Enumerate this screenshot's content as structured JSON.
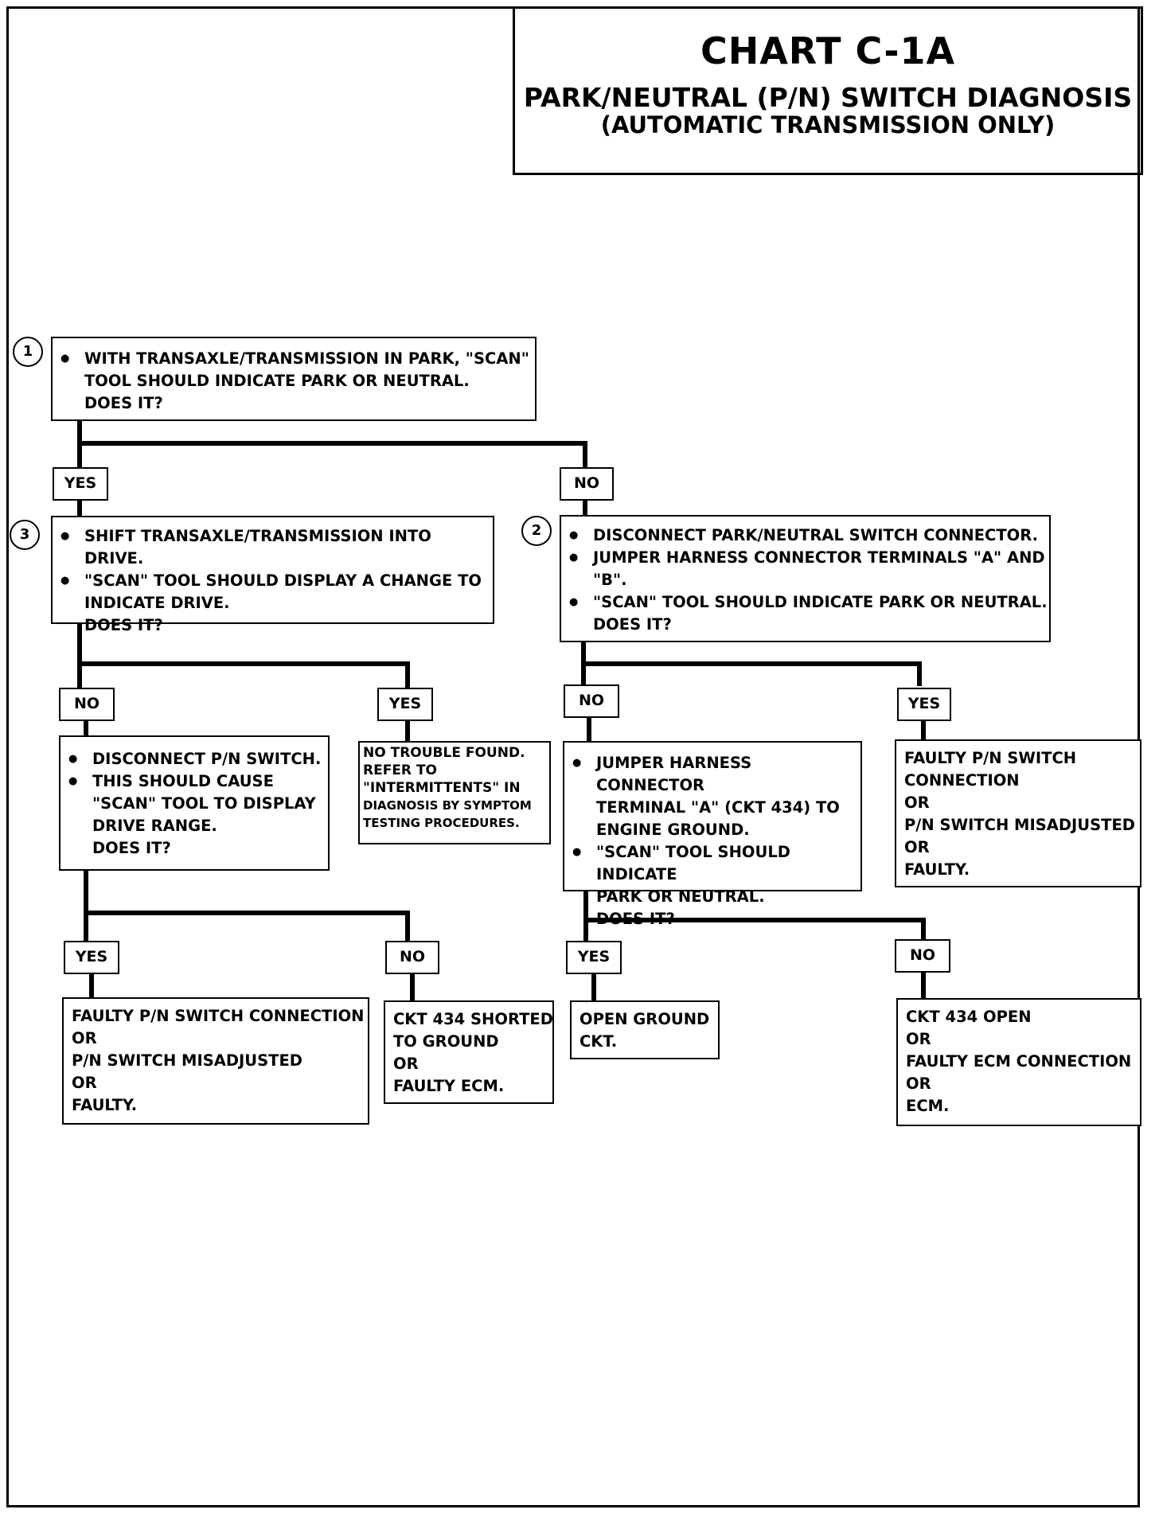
{
  "header": {
    "title": "CHART C-1A",
    "subtitle": "PARK/NEUTRAL (P/N) SWITCH DIAGNOSIS",
    "subtitle2": "(AUTOMATIC TRANSMISSION ONLY)"
  },
  "steps": {
    "s1": "1",
    "s2": "2",
    "s3": "3"
  },
  "box1": {
    "lines": [
      "WITH TRANSAXLE/TRANSMISSION IN PARK, \"SCAN\"",
      "TOOL SHOULD INDICATE PARK OR NEUTRAL.",
      "DOES IT?"
    ]
  },
  "labels": {
    "yes1": "YES",
    "no1": "NO",
    "no3": "NO",
    "yes3": "YES",
    "no2": "NO",
    "yes2": "YES",
    "yes4": "YES",
    "no4": "NO",
    "yes5": "YES",
    "no5": "NO"
  },
  "box3": {
    "lines": [
      "SHIFT TRANSAXLE/TRANSMISSION  INTO DRIVE.",
      "\"SCAN\" TOOL SHOULD DISPLAY A CHANGE TO",
      "INDICATE DRIVE.",
      "DOES IT?"
    ]
  },
  "box2": {
    "lines": [
      "DISCONNECT PARK/NEUTRAL SWITCH CONNECTOR.",
      "JUMPER HARNESS CONNECTOR TERMINALS \"A\" AND",
      "\"B\".",
      "\"SCAN\" TOOL SHOULD INDICATE PARK OR NEUTRAL.",
      "DOES IT?"
    ]
  },
  "box4": {
    "lines": [
      "DISCONNECT P/N SWITCH.",
      "THIS SHOULD CAUSE",
      "\"SCAN\" TOOL TO DISPLAY",
      "DRIVE RANGE.",
      "DOES IT?"
    ]
  },
  "result_no_trouble": {
    "lines": [
      "NO TROUBLE FOUND.",
      "REFER TO",
      "\"INTERMITTENTS\" IN",
      "DIAGNOSIS BY SYMPTOM",
      "TESTING PROCEDURES."
    ]
  },
  "box5": {
    "lines": [
      "JUMPER HARNESS CONNECTOR",
      "TERMINAL \"A\" (CKT 434) TO",
      "ENGINE GROUND.",
      "\"SCAN\" TOOL SHOULD INDICATE",
      "PARK OR NEUTRAL.",
      "DOES IT?"
    ]
  },
  "result_faulty_right": {
    "lines": [
      "FAULTY P/N SWITCH",
      "CONNECTION",
      "OR",
      "P/N SWITCH MISADJUSTED",
      "OR",
      "FAULTY."
    ]
  },
  "result_faulty_left": {
    "lines": [
      "FAULTY P/N SWITCH CONNECTION",
      "OR",
      "P/N SWITCH MISADJUSTED",
      "OR",
      "FAULTY."
    ]
  },
  "result_ckt_shorted": {
    "lines": [
      "CKT 434 SHORTED",
      "TO GROUND",
      "OR",
      "FAULTY ECM."
    ]
  },
  "result_open_ground": {
    "lines": [
      "OPEN GROUND",
      "CKT."
    ]
  },
  "result_ckt_open": {
    "lines": [
      "CKT 434 OPEN",
      "OR",
      "FAULTY ECM CONNECTION",
      "OR",
      "ECM."
    ]
  }
}
